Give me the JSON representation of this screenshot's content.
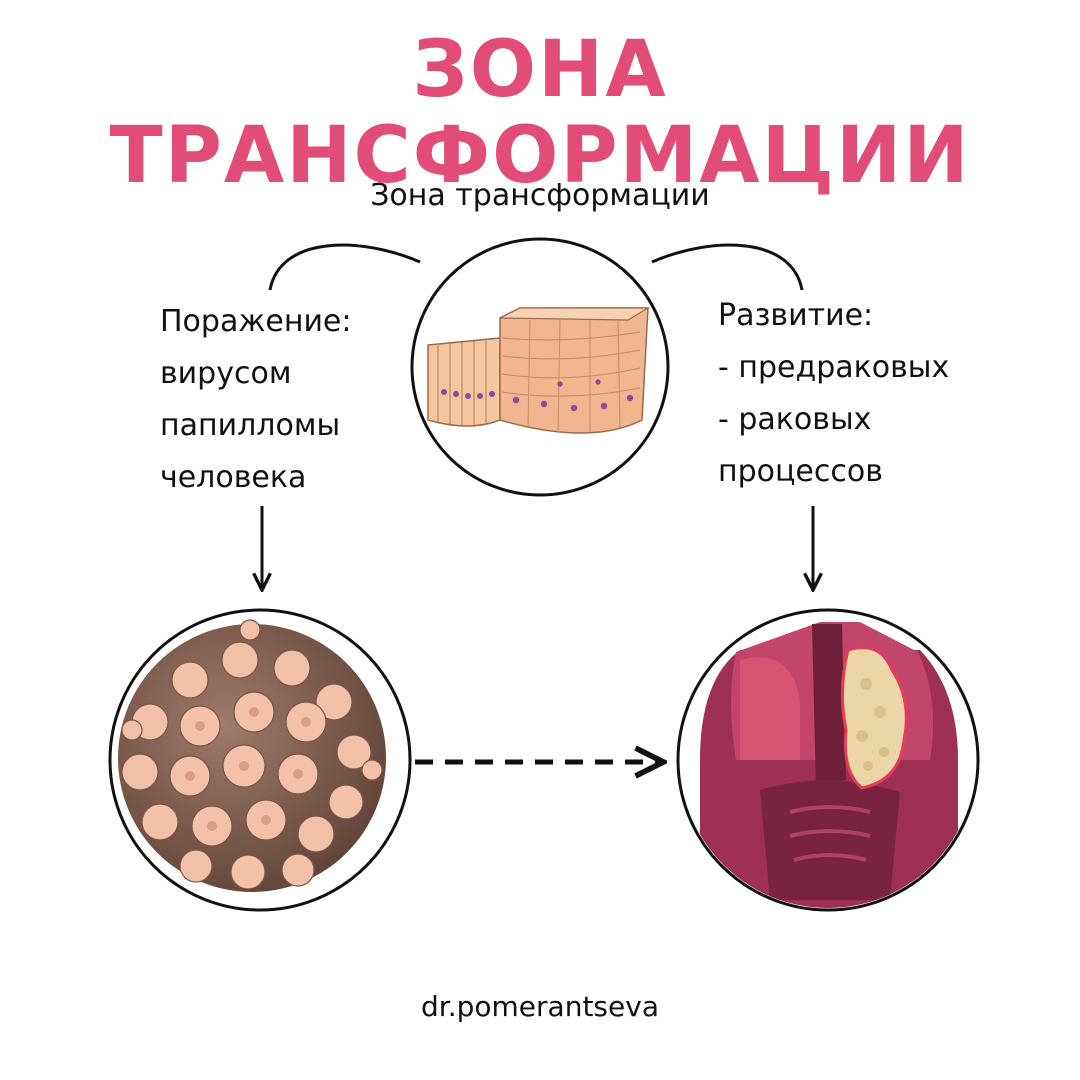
{
  "title": "ЗОНА ТРАНСФОРМАЦИИ",
  "subtitle": "Зона трансформации",
  "left_block": {
    "heading": "Поражение:",
    "lines": [
      "вирусом",
      "папилломы",
      "человека"
    ]
  },
  "right_block": {
    "heading": "Развитие:",
    "lines": [
      "- предраковых",
      "- раковых",
      "процессов"
    ]
  },
  "footer": "dr.pomerantseva",
  "colors": {
    "title": "#e24c78",
    "text": "#111111",
    "tissue": "#f1b58f",
    "virus": "#f2c1a8",
    "mucosa": "#a8385e",
    "lesion": "#ecd6a8"
  },
  "icons": [
    "epithelium-tissue-illustration",
    "hpv-virus-illustration",
    "cervix-lesion-illustration"
  ]
}
